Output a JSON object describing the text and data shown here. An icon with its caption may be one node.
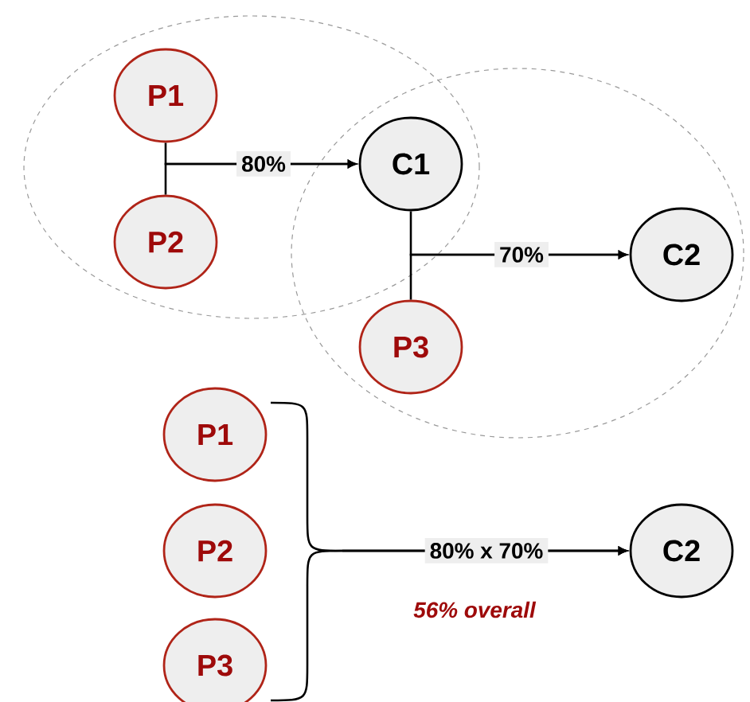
{
  "diagram": {
    "nodes": [
      {
        "text": [],
        "shape": "ellipse"
      },
      {
        "text": [
          "P1"
        ],
        "in": 0
      },
      {
        "text": [
          "P2"
        ],
        "in": 0
      },
      {
        "text": [
          "C1"
        ]
      },
      {
        "text": [],
        "shape": "ellipse"
      },
      {
        "text": [
          "P3"
        ],
        "in": 4
      },
      {
        "text": [
          "C2"
        ],
        "in": 4
      },
      {
        "text": [
          "P1"
        ]
      },
      {
        "text": [
          "P2"
        ]
      },
      {
        "text": [
          "P3"
        ]
      },
      {
        "text": [
          "C2"
        ]
      }
    ],
    "edges": [
      {
        "from": 1,
        "to": 3,
        "arrow": "to",
        "label": "80%"
      },
      {
        "from": 2,
        "to": 3,
        "arrow": "to"
      },
      {
        "from": 3,
        "to": 6,
        "arrow": "to",
        "label": "70%"
      },
      {
        "from": 5,
        "to": 6,
        "arrow": "to"
      },
      {
        "from": 7,
        "to": 10,
        "arrow": "to",
        "label": "80% x 70%"
      },
      {
        "from": 8,
        "to": 10,
        "arrow": "to"
      },
      {
        "from": 9,
        "to": 10,
        "arrow": "to"
      }
    ],
    "labels": [
      "56% overall"
    ]
  }
}
